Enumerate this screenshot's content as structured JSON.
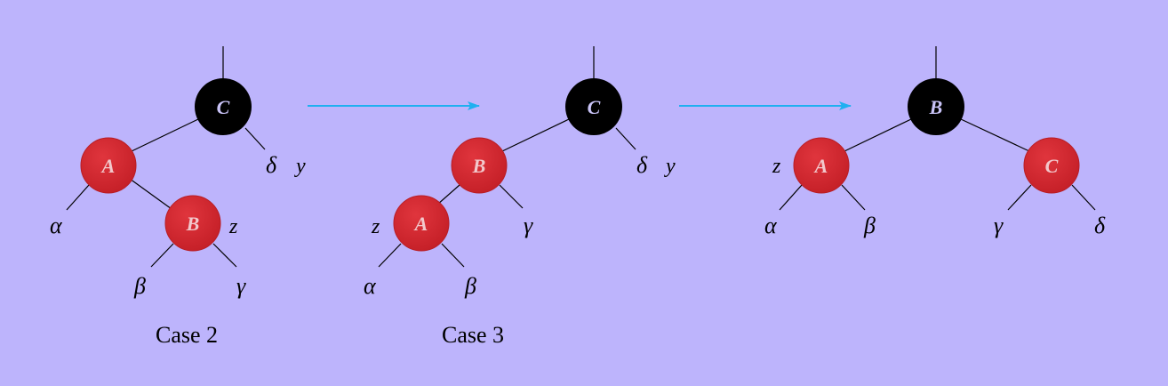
{
  "colors": {
    "background": "#bdb4fc",
    "red_node": "#d0262e",
    "black_node": "#000000",
    "red_label": "#f2c8cc",
    "black_label": "#c9c3f7",
    "arrow": "#1fb0f0"
  },
  "captions": {
    "case2": "Case 2",
    "case3": "Case 3"
  },
  "trees": [
    {
      "name": "tree-case2",
      "nodes": [
        {
          "id": "t1-C",
          "label": "C",
          "color": "black"
        },
        {
          "id": "t1-A",
          "label": "A",
          "color": "red"
        },
        {
          "id": "t1-B",
          "label": "B",
          "color": "red"
        }
      ],
      "subtrees": [
        "α",
        "β",
        "γ",
        "δ"
      ],
      "vars": [
        "y",
        "z"
      ]
    },
    {
      "name": "tree-case3",
      "nodes": [
        {
          "id": "t2-C",
          "label": "C",
          "color": "black"
        },
        {
          "id": "t2-B",
          "label": "B",
          "color": "red"
        },
        {
          "id": "t2-A",
          "label": "A",
          "color": "red"
        }
      ],
      "subtrees": [
        "α",
        "β",
        "γ",
        "δ"
      ],
      "vars": [
        "y",
        "z"
      ]
    },
    {
      "name": "tree-result",
      "nodes": [
        {
          "id": "t3-B",
          "label": "B",
          "color": "black"
        },
        {
          "id": "t3-A",
          "label": "A",
          "color": "red"
        },
        {
          "id": "t3-C",
          "label": "C",
          "color": "red"
        }
      ],
      "subtrees": [
        "α",
        "β",
        "γ",
        "δ"
      ],
      "vars": [
        "z"
      ]
    }
  ]
}
